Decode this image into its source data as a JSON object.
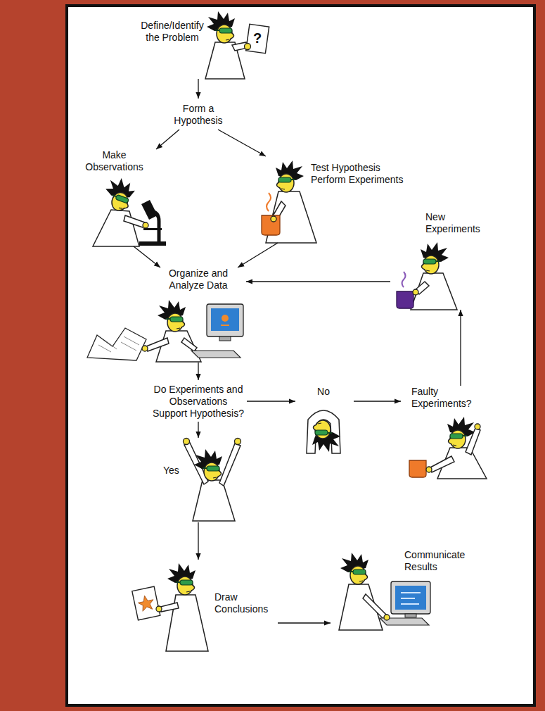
{
  "diagram": {
    "nodes": [
      {
        "text": [
          "Define/Identify the Problem"
        ]
      },
      {
        "text": [
          "Form a Hypothesis"
        ]
      },
      {
        "text": [
          "Make Observations"
        ]
      },
      {
        "text": [
          "Test Hypothesis Perform Experiments"
        ]
      },
      {
        "text": [
          "New Experiments"
        ]
      },
      {
        "text": [
          "Organize and Analyze Data"
        ]
      },
      {
        "text": [
          "Do Experiments and Observations Support Hypothesis?"
        ]
      },
      {
        "text": [
          "No"
        ]
      },
      {
        "text": [
          "Faulty Experiments?"
        ]
      },
      {
        "text": [
          "Yes"
        ]
      },
      {
        "text": [
          "Draw Conclusions"
        ]
      },
      {
        "text": [
          "Communicate Results"
        ]
      }
    ],
    "edges": [
      {
        "from": 0,
        "to": 1,
        "arrow": "to"
      },
      {
        "from": 1,
        "to": 2,
        "arrow": "to"
      },
      {
        "from": 1,
        "to": 3,
        "arrow": "to"
      },
      {
        "from": 2,
        "to": 5,
        "arrow": "to"
      },
      {
        "from": 3,
        "to": 5,
        "arrow": "to"
      },
      {
        "from": 4,
        "to": 5,
        "arrow": "to"
      },
      {
        "from": 5,
        "to": 6,
        "arrow": "to"
      },
      {
        "from": 6,
        "to": 7,
        "arrow": "to"
      },
      {
        "from": 7,
        "to": 8,
        "arrow": "to"
      },
      {
        "from": 8,
        "to": 4,
        "arrow": "to"
      },
      {
        "from": 6,
        "to": 9,
        "arrow": "to"
      },
      {
        "from": 9,
        "to": 10,
        "arrow": "to"
      },
      {
        "from": 10,
        "to": 11,
        "arrow": "to"
      }
    ],
    "labels": [
      "?"
    ]
  }
}
